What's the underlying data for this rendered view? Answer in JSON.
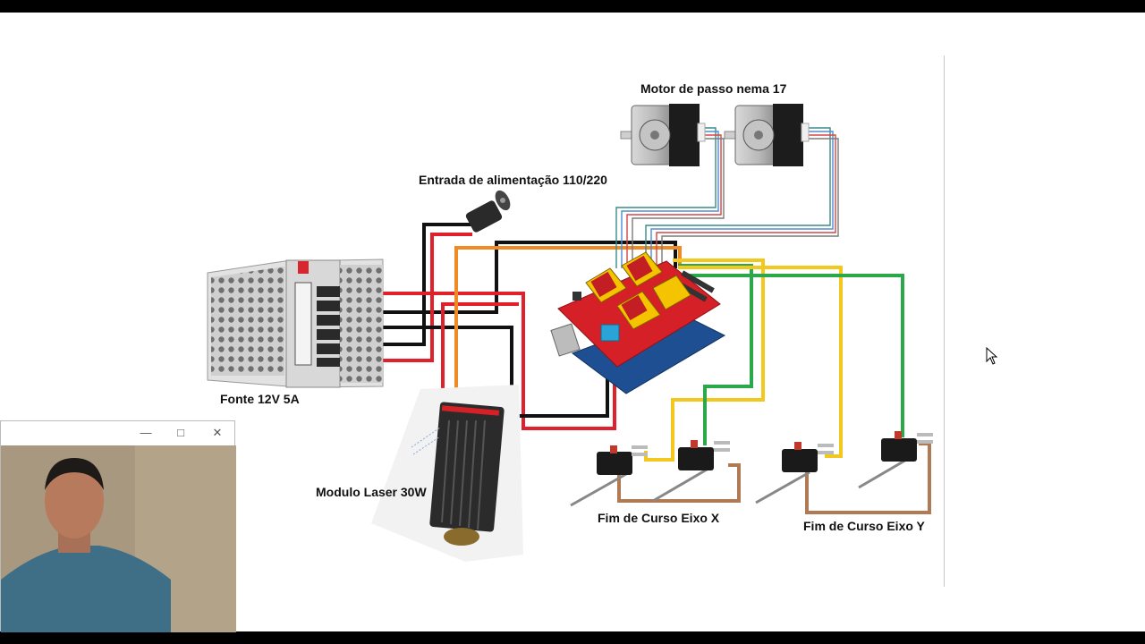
{
  "labels": {
    "motor": "Motor de passo nema 17",
    "power_input": "Entrada de alimentação 110/220",
    "psu": "Fonte 12V 5A",
    "laser": "Modulo Laser 30W",
    "endstop_x": "Fim de Curso Eixo X",
    "endstop_y": "Fim de Curso Eixo Y"
  },
  "webcam": {
    "minimize_icon": "minimize-icon",
    "maximize_icon": "maximize-icon",
    "close_icon": "close-icon"
  },
  "icons": {
    "expand": "expand-icon",
    "cursor": "mouse-cursor-icon"
  },
  "colors": {
    "wire_black": "#111111",
    "wire_red": "#e0212b",
    "wire_orange": "#f08a24",
    "wire_yellow": "#f2c81e",
    "wire_green": "#2aa84a",
    "wire_brown": "#b07a55",
    "pcb_red": "#d42026",
    "driver_yellow": "#f5c400",
    "arduino_blue": "#1e4f93"
  }
}
